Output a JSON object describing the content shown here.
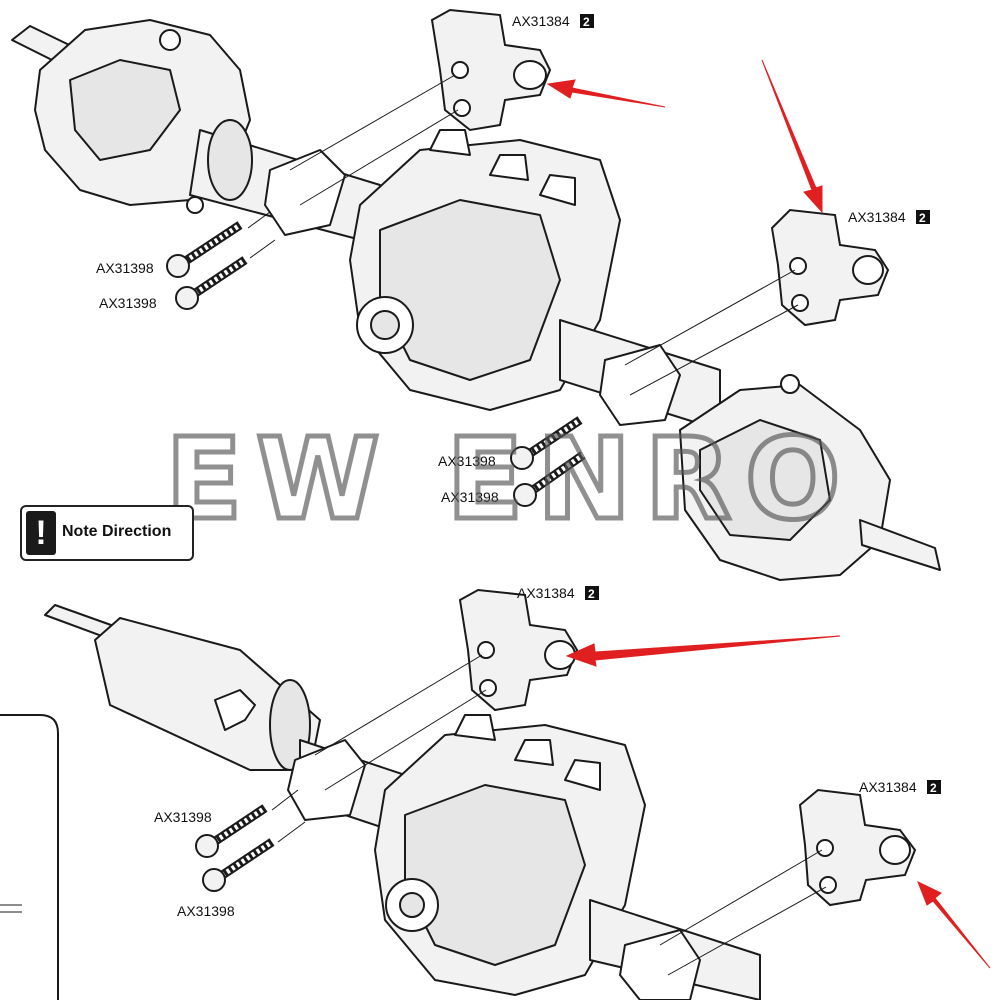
{
  "labels": {
    "bracket_part": "AX31384",
    "bracket_qty": "2",
    "screw_part": "AX31398"
  },
  "note": {
    "icon_glyph": "!",
    "text": "Note Direction"
  },
  "watermark": {
    "text": "NEW ENRON"
  },
  "colors": {
    "line": "#1a1a1a",
    "part_fill": "#f2f2f2",
    "part_shade": "#d9d9d9",
    "arrow": "#e02020",
    "watermark_stroke": "#555555"
  }
}
